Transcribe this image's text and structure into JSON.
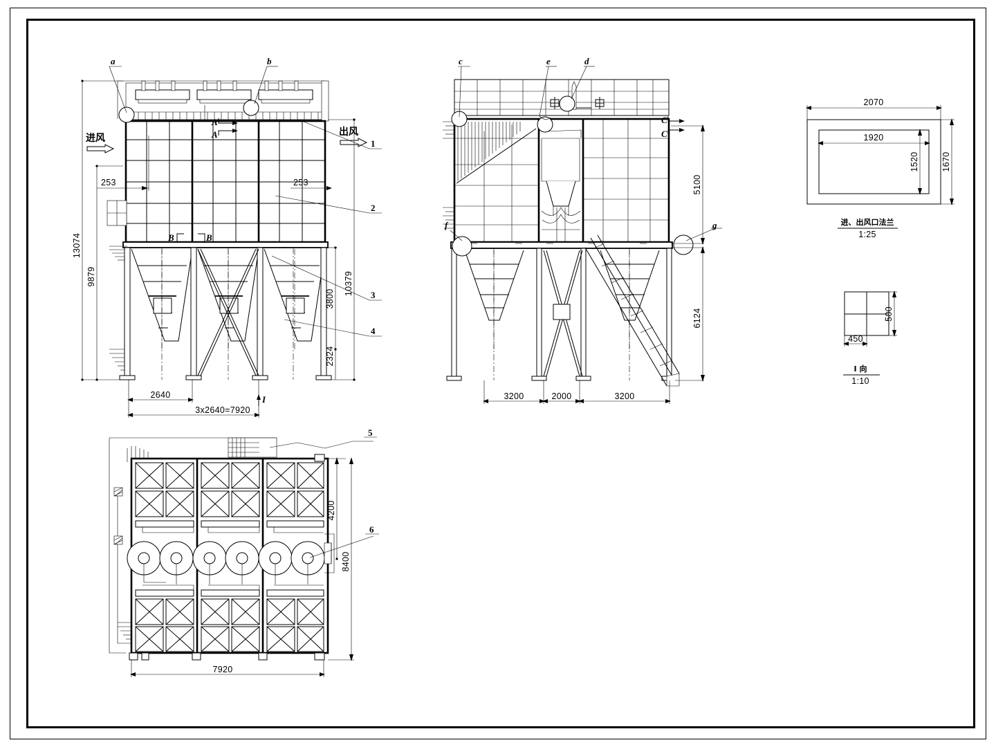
{
  "drawing": {
    "title": "Pulse-jet bag filter / dust collector general arrangement drawing",
    "sheet_border": true
  },
  "front_view": {
    "name": "front-elevation",
    "air_inlet_label": "进风",
    "air_outlet_label": "出风",
    "section_marks": [
      "A",
      "A",
      "B",
      "B",
      "I"
    ],
    "detail_marks": [
      "a",
      "b"
    ],
    "callouts": [
      "1",
      "2",
      "3",
      "4"
    ],
    "dimensions": {
      "overall_height": "13074",
      "height_to_casing": "9879",
      "height_to_top": "10379",
      "hopper_height": "3800",
      "leg_height": "2324",
      "offset_left": "253",
      "offset_right": "253",
      "bay_width": "2640",
      "total_width": "3x2640=7920"
    }
  },
  "side_view": {
    "name": "side-elevation",
    "detail_marks": [
      "c",
      "e",
      "d",
      "f",
      "g"
    ],
    "section_marks": [
      "C",
      "C"
    ],
    "dimensions": {
      "casing_height": "5100",
      "leg_height": "6124",
      "left_bay": "3200",
      "middle_bay": "2000",
      "right_bay": "3200"
    }
  },
  "plan_view": {
    "name": "plan-view",
    "callouts": [
      "5",
      "6"
    ],
    "dimensions": {
      "width": "7920",
      "inner_depth": "4200",
      "overall_depth": "8400"
    }
  },
  "flange_detail": {
    "name": "inlet-outlet-flange-detail",
    "title": "进、出风口法兰",
    "scale": "1:25",
    "dimensions": {
      "outer_width": "2070",
      "inner_width": "1920",
      "inner_height": "1520",
      "outer_height": "1670"
    }
  },
  "view_i_detail": {
    "name": "view-i-detail",
    "title": "I 向",
    "scale": "1:10",
    "dimensions": {
      "width": "450",
      "height": "500"
    }
  },
  "colors": {
    "line": "#000000",
    "background": "#ffffff"
  }
}
